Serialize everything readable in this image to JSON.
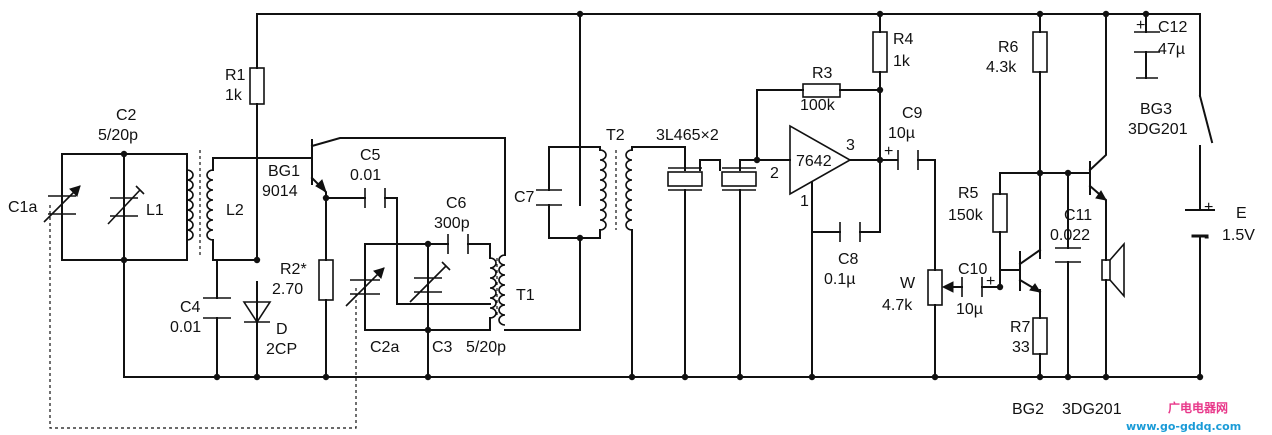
{
  "labels": {
    "c1a": "C1a",
    "c2_name": "C2",
    "c2_value": "5/20p",
    "l1": "L1",
    "l2": "L2",
    "r1_name": "R1",
    "r1_value": "1k",
    "bg1_name": "BG1",
    "bg1_value": "9014",
    "c5_name": "C5",
    "c5_value": "0.01",
    "c6_name": "C6",
    "c6_value": "300p",
    "r2_name": "R2*",
    "r2_value": "2.70",
    "c4_name": "C4",
    "c4_value": "0.01",
    "d_name": "D",
    "d_value": "2CP",
    "c2a": "C2a",
    "c3_name": "C3",
    "c3_value": "5/20p",
    "t1": "T1",
    "c7": "C7",
    "t2": "T2",
    "filter": "3L465×2",
    "r3_name": "R3",
    "r3_value": "100k",
    "r4_name": "R4",
    "r4_value": "1k",
    "ic": "7642",
    "pin1": "1",
    "pin2": "2",
    "pin3": "3",
    "c8_name": "C8",
    "c8_value": "0.1µ",
    "c9_name": "C9",
    "c9_value": "10µ",
    "w_name": "W",
    "w_value": "4.7k",
    "c10_name": "C10",
    "c10_value": "10µ",
    "r5_name": "R5",
    "r5_value": "150k",
    "r6_name": "R6",
    "r6_value": "4.3k",
    "r7_name": "R7",
    "r7_value": "33",
    "c11_name": "C11",
    "c11_value": "0.022",
    "bg2": "BG2",
    "bg3_name": "BG3",
    "bg3_value": "3DG201",
    "bg2_type": "3DG201",
    "c12_name": "C12",
    "c12_value": "47µ",
    "e_name": "E",
    "e_value": "1.5V",
    "plus": "+",
    "minus": "-"
  },
  "watermark": {
    "title": "广电电器网",
    "url": "www.go-gddq.com"
  },
  "colors": {
    "ink": "#111111",
    "watermark_title": "#e8388a",
    "watermark_url": "#1a9bd7"
  }
}
